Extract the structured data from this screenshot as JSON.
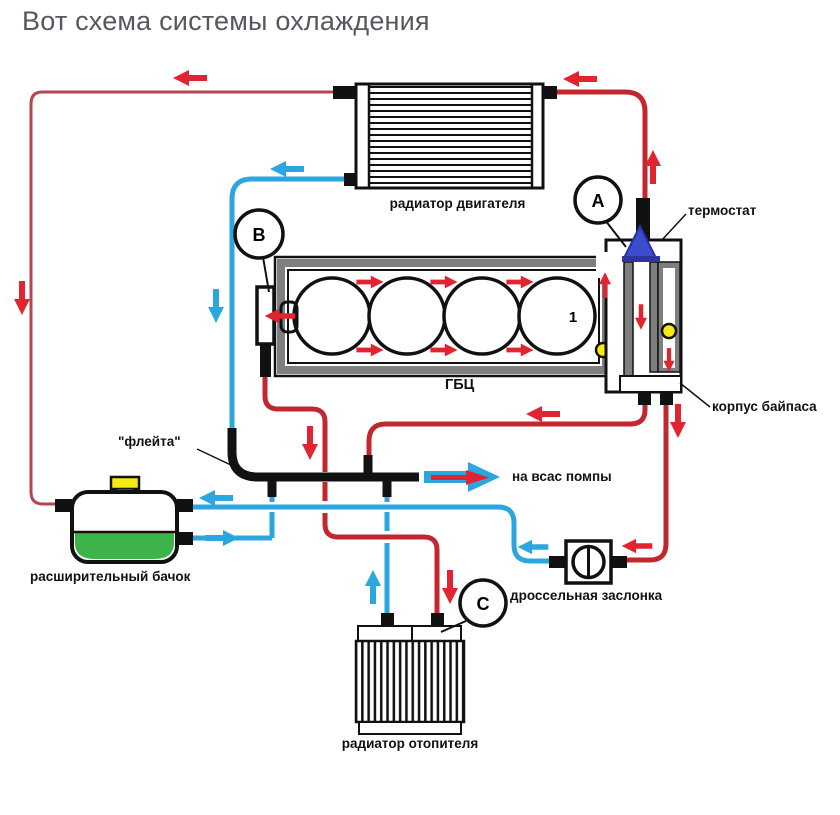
{
  "title": "Вот схема системы охлаждения",
  "diagram": {
    "labels": {
      "engine_radiator": "радиатор двигателя",
      "thermostat": "термостат",
      "head": "ГБЦ",
      "bypass": "корпус байпаса",
      "flute": "\"флейта\"",
      "pump_suction": "на всас помпы",
      "expansion_tank": "расширительный бачок",
      "throttle": "дроссельная заслонка",
      "heater_radiator": "радиатор отопителя"
    },
    "markers": {
      "a": "A",
      "b": "B",
      "c": "C",
      "cylinder": "1"
    },
    "colors": {
      "hot": "#c2272e",
      "hot_thin": "#b5464f",
      "arrow_hot": "#e02430",
      "cold": "#2ba6df",
      "metal": "#7f7f7f",
      "coolant_green": "#3cb44a",
      "cap_yellow": "#f6e915",
      "sensor_yellow": "#f6e915",
      "thermostat_blue": "#3b4ccc",
      "thermostat_base": "#2e35a3",
      "pipe_black": "#111111"
    }
  }
}
